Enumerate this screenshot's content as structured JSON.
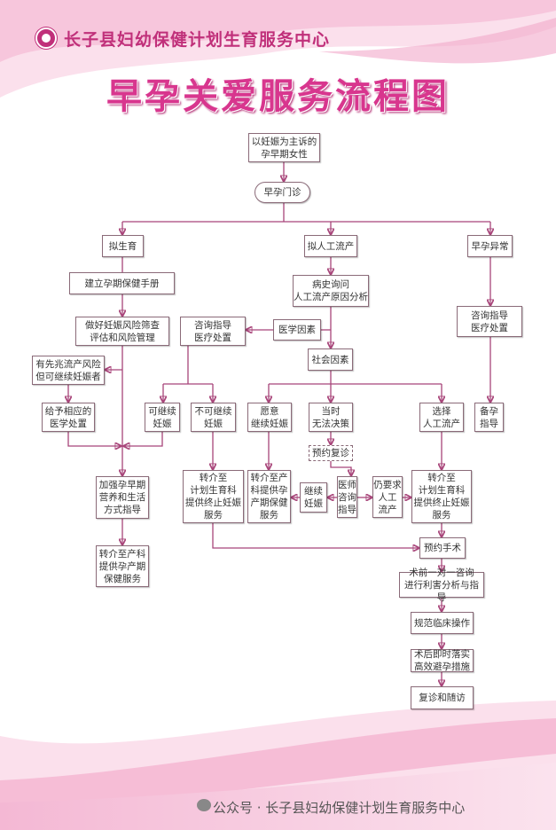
{
  "header": {
    "organization": "长子县妇幼保健计划生育服务中心",
    "title": "早孕关爱服务流程图"
  },
  "nodes": {
    "start": "以妊娠为主诉的\n孕早期女性",
    "clinic": "早孕门诊",
    "plan_birth": "拟生育",
    "plan_abortion": "拟人工流产",
    "abnormal": "早孕异常",
    "handbook": "建立孕期保健手册",
    "history": "病史询问\n人工流产原因分析",
    "risk_screen": "做好妊娠风险筛查\n评估和风险管理",
    "consult_mid": "咨询指导\n医疗处置",
    "medical_factor": "医学因素",
    "consult_right": "咨询指导\n医疗处置",
    "social_factor": "社会因素",
    "threatened": "有先兆流产风险\n但可继续妊娠者",
    "medical_treat": "给予相应的\n医学处置",
    "can_continue": "可继续\n妊娠",
    "cannot_continue": "不可继续\n妊娠",
    "willing_continue": "愿意\n继续妊娠",
    "undecided": "当时\n无法决策",
    "choose_abortion": "选择\n人工流产",
    "prep_pregnancy": "备孕\n指导",
    "followup_appt": "预约复诊",
    "nutrition": "加强孕早期\n营养和生活\n方式指导",
    "refer_fp_left": "转介至\n计划生育科\n提供终止妊娠\n服务",
    "refer_ob_mid": "转介至产\n科提供孕\n产期保健\n服务",
    "continue_preg": "继续\n妊娠",
    "doctor_consult": "医师\n咨询\n指导",
    "still_abortion": "仍要求\n人工\n流产",
    "refer_fp_right": "转介至\n计划生育科\n提供终止妊娠\n服务",
    "book_surgery": "预约手术",
    "refer_ob_left": "转介至产科\n提供孕产期\n保健服务",
    "preop_consult": "术前一对一咨询\n进行利害分析与指导",
    "standard_op": "规范临床操作",
    "postop_contra": "术后即时落实\n高效避孕措施",
    "followup": "复诊和随访"
  },
  "footer": {
    "text": "公众号 · 长子县妇幼保健计划生育服务中心"
  },
  "colors": {
    "accent": "#d8368e",
    "line": "#a8457a"
  }
}
